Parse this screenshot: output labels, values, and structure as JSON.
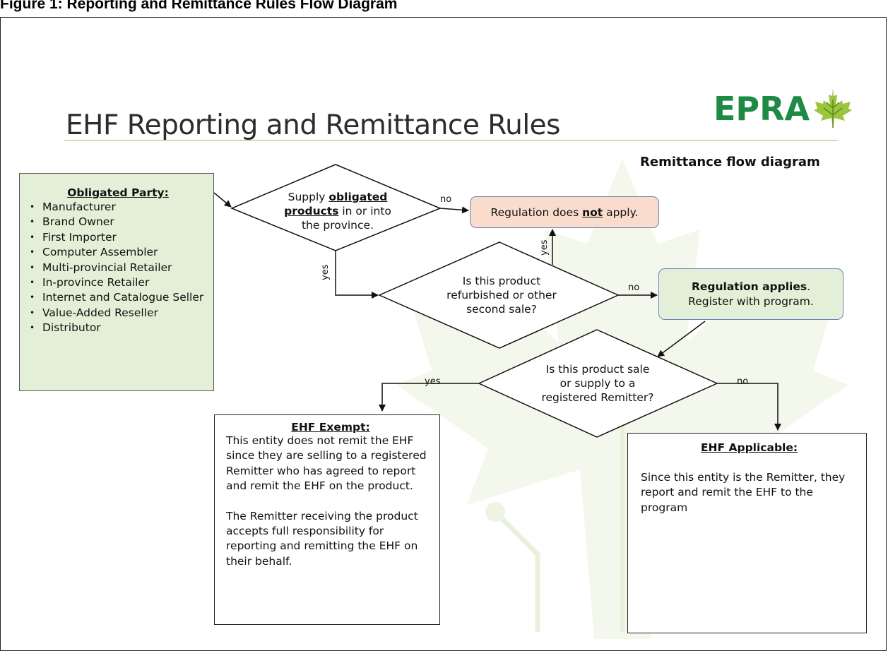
{
  "caption": "Figure 1: Reporting and Remittance Rules Flow Diagram",
  "title": "EHF Reporting and Remittance Rules",
  "logo": {
    "text": "EPRA",
    "icon": "maple-leaf-icon",
    "color": "#1f8a45"
  },
  "flow_title": "Remittance flow diagram",
  "obligated_party": {
    "heading": "Obligated Party:",
    "items": [
      "Manufacturer",
      "Brand Owner",
      "First Importer",
      "Computer Assembler",
      "Multi-provincial Retailer",
      "In-province Retailer",
      "Internet and Catalogue Seller",
      "Value-Added Reseller",
      "Distributor"
    ]
  },
  "decision1": {
    "pre": "Supply ",
    "bold": "obligated products",
    "post": " in or into the province."
  },
  "decision2": {
    "text": "Is this product refurbished or other second sale?"
  },
  "decision3": {
    "text": "Is this product sale or supply to a registered Remitter?"
  },
  "not_apply": {
    "pre": "Regulation does ",
    "bold": "not",
    "post": " apply."
  },
  "applies": {
    "bold": "Regulation applies",
    "post": ".",
    "line2": "Register with program."
  },
  "edge_labels": {
    "d1_no": "no",
    "d1_yes": "yes",
    "d2_yes": "yes",
    "d2_no": "no",
    "d3_yes": "yes",
    "d3_no": "no"
  },
  "exempt": {
    "heading": "EHF Exempt:",
    "p1": "This entity does not remit the EHF since they are selling to a registered Remitter who has agreed to report and remit the EHF on the product.",
    "p2": "The Remitter receiving the product accepts full responsibility for reporting and remitting the EHF on their behalf."
  },
  "applicable": {
    "heading": "EHF Applicable:",
    "p1": "Since this entity is the Remitter, they report and remit the EHF to the program"
  },
  "colors": {
    "accent_green": "#1f8a45",
    "panel_green": "#e3efd6",
    "panel_pink": "#fadccd",
    "box_border": "#6a83b8",
    "watermark": "#f1f6e8"
  }
}
